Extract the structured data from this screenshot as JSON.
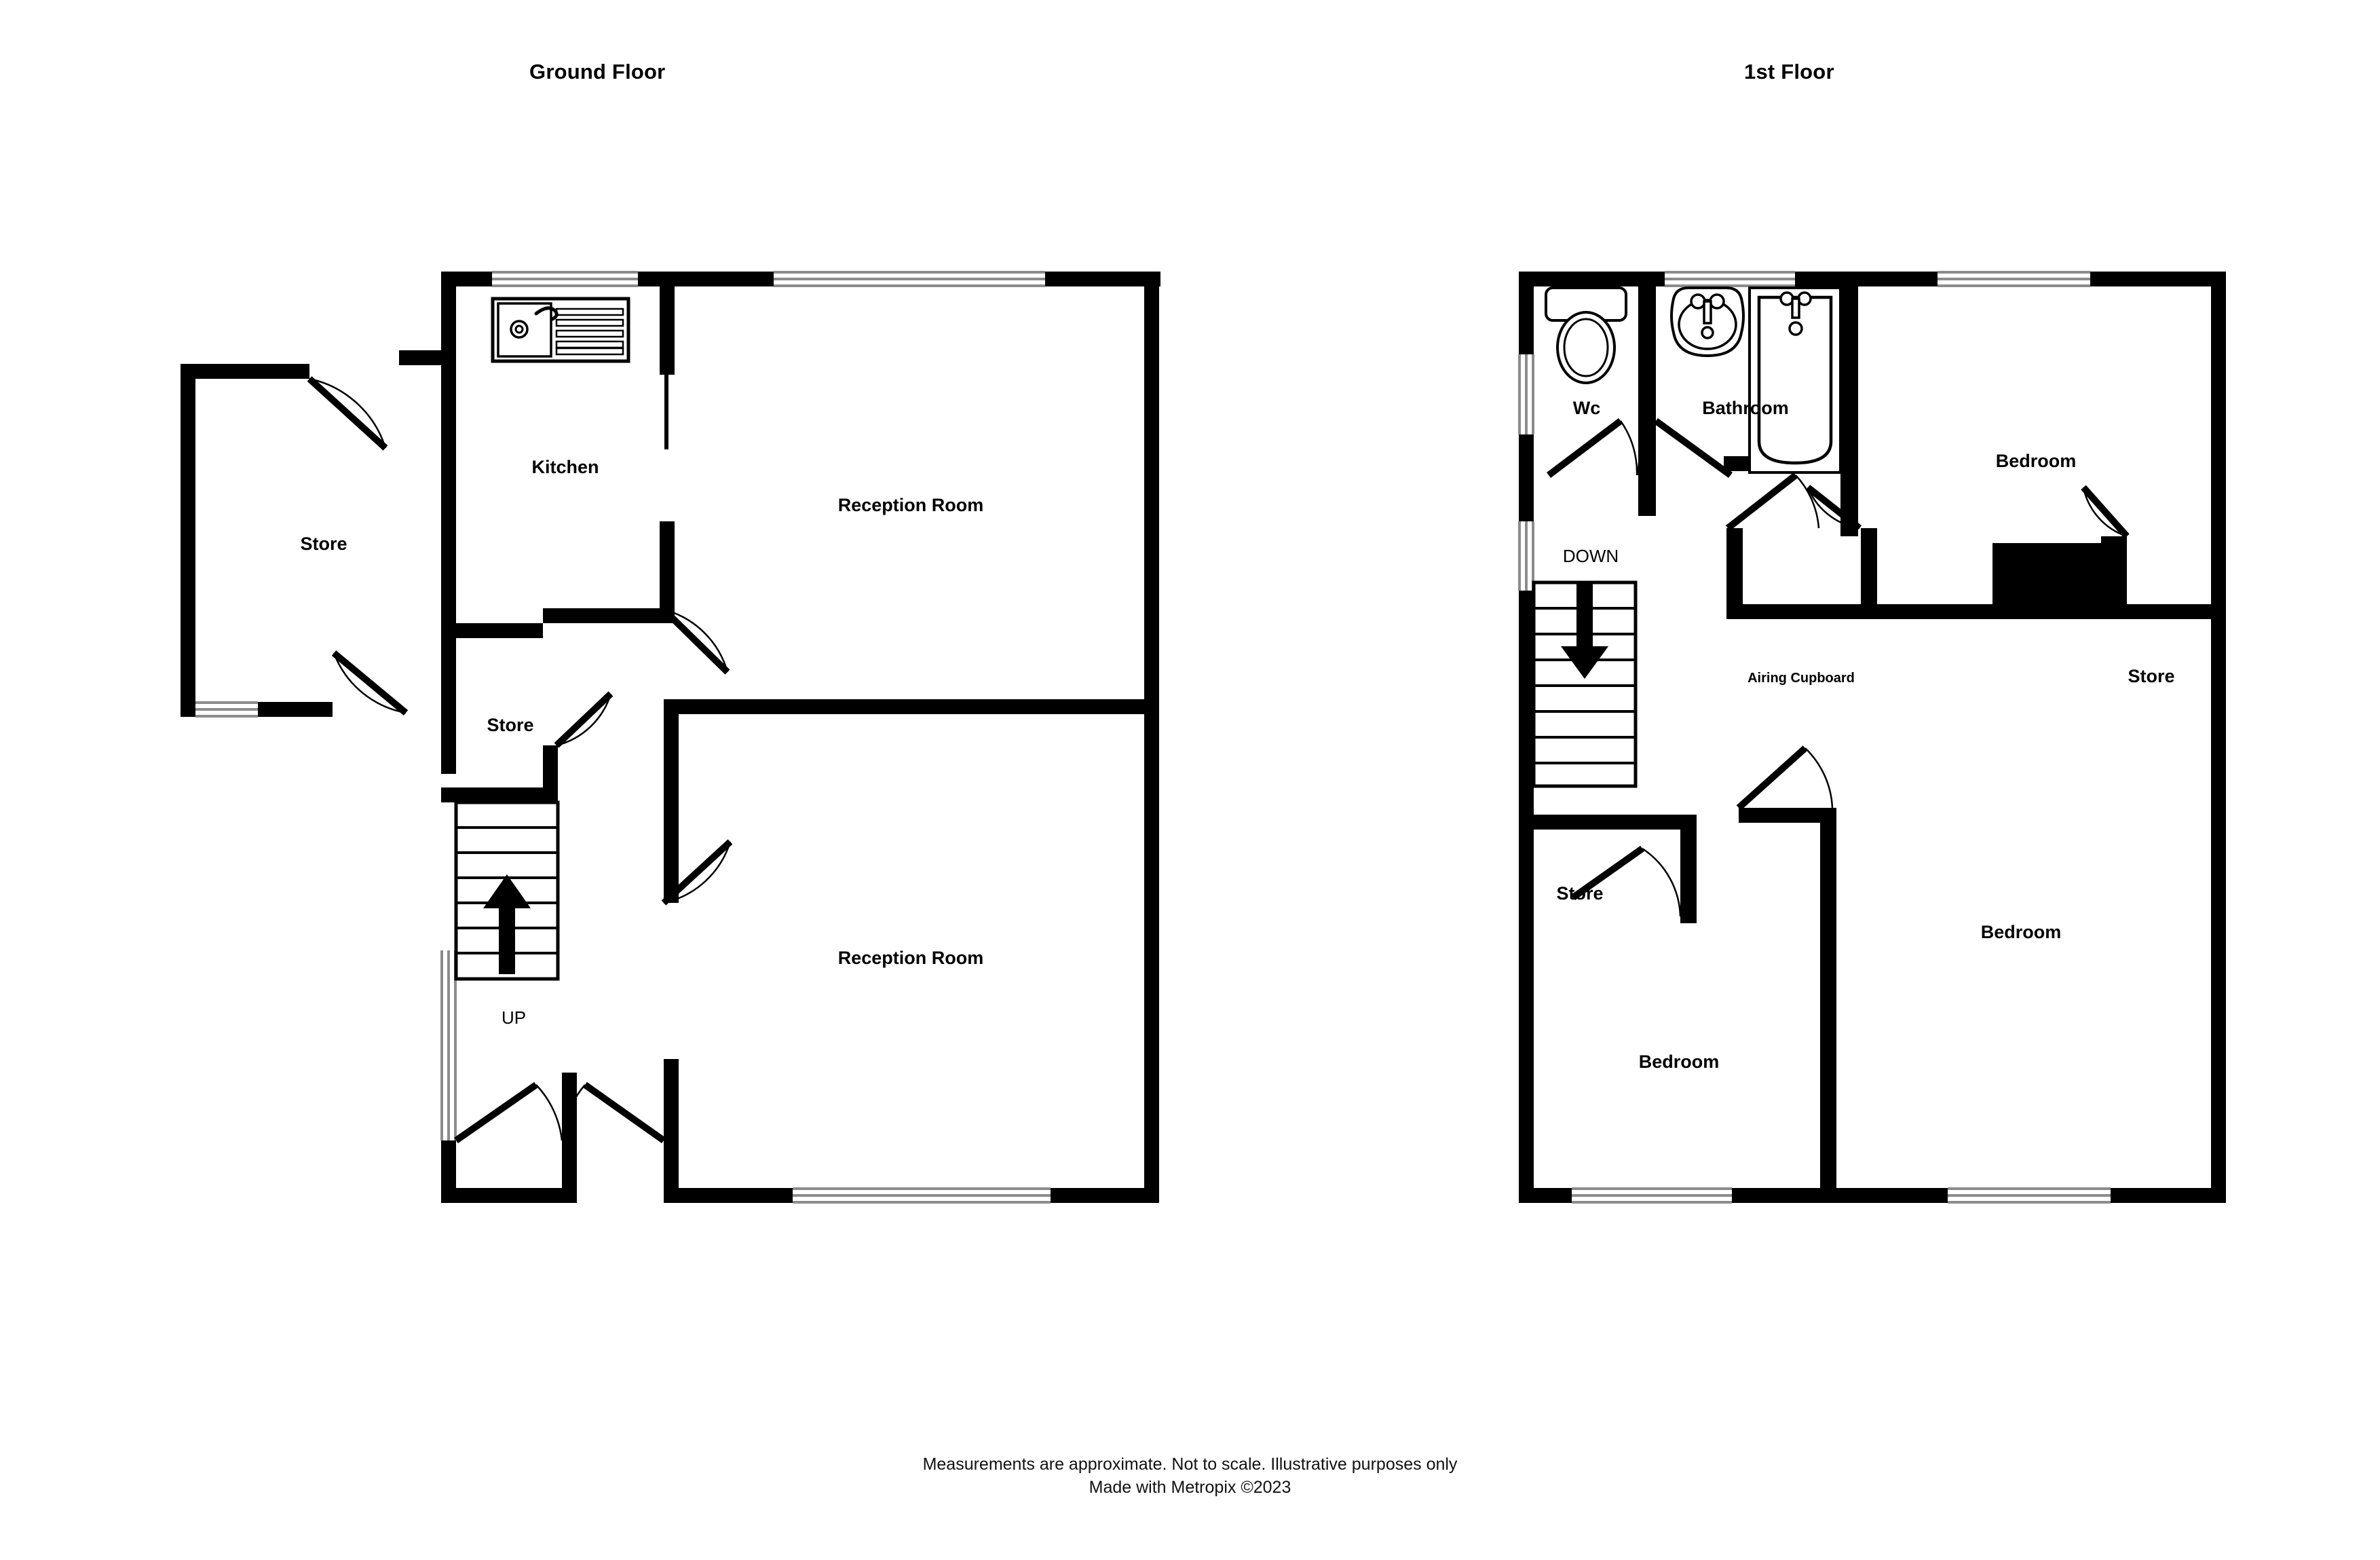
{
  "document": {
    "type": "floor-plan",
    "floors": [
      {
        "id": "ground",
        "title": "Ground Floor",
        "rooms": [
          {
            "name": "Store",
            "label": "Store"
          },
          {
            "name": "Kitchen",
            "label": "Kitchen"
          },
          {
            "name": "Reception Room Upper",
            "label": "Reception Room"
          },
          {
            "name": "Store Inner",
            "label": "Store"
          },
          {
            "name": "Reception Room Lower",
            "label": "Reception Room"
          }
        ],
        "stairs": {
          "direction_label": "UP",
          "steps": 7,
          "arrow": "up"
        },
        "fixtures": [
          {
            "name": "kitchen-sink-drainer",
            "type": "sink"
          }
        ]
      },
      {
        "id": "first",
        "title": "1st Floor",
        "rooms": [
          {
            "name": "Wc",
            "label": "Wc"
          },
          {
            "name": "Bathroom",
            "label": "Bathroom"
          },
          {
            "name": "Bedroom Top Right",
            "label": "Bedroom"
          },
          {
            "name": "Airing Cupboard",
            "label": "Airing Cupboard"
          },
          {
            "name": "Store Right",
            "label": "Store"
          },
          {
            "name": "Bedroom Lower Right",
            "label": "Bedroom"
          },
          {
            "name": "Store Left",
            "label": "Store"
          },
          {
            "name": "Bedroom Lower Left",
            "label": "Bedroom"
          }
        ],
        "stairs": {
          "direction_label": "DOWN",
          "steps": 8,
          "arrow": "down"
        },
        "fixtures": [
          {
            "name": "toilet",
            "type": "wc"
          },
          {
            "name": "wash-basin",
            "type": "basin"
          },
          {
            "name": "bath-tub",
            "type": "bath"
          }
        ]
      }
    ]
  },
  "labels": {
    "ground": {
      "store_outer": "Store",
      "kitchen": "Kitchen",
      "reception_upper": "Reception Room",
      "store_inner": "Store",
      "reception_lower": "Reception Room",
      "up": "UP"
    },
    "first": {
      "wc": "Wc",
      "bathroom": "Bathroom",
      "bedroom_top_right": "Bedroom",
      "airing_cupboard": "Airing Cupboard",
      "store_right": "Store",
      "bedroom_lower_right": "Bedroom",
      "store_left": "Store",
      "bedroom_lower_left": "Bedroom",
      "down": "DOWN"
    }
  },
  "footer": {
    "line1": "Measurements are approximate.  Not to scale.  Illustrative purposes only",
    "line2": "Made with Metropix ©2023"
  },
  "colors": {
    "wall": "#000000",
    "background": "#ffffff",
    "window_line": "#808080",
    "text": "#000000"
  }
}
